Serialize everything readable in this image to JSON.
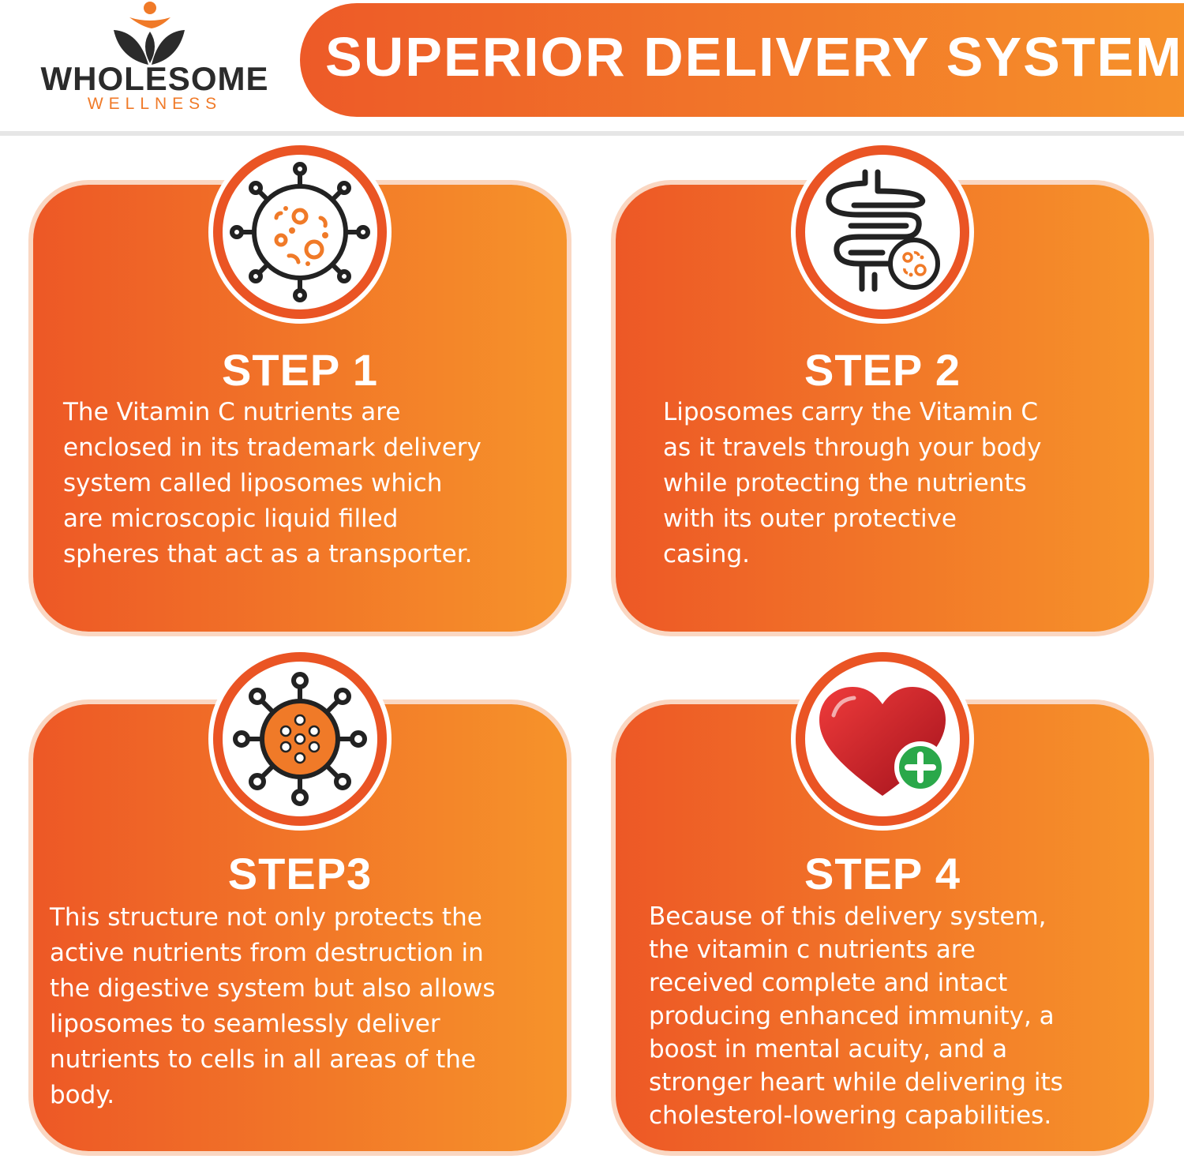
{
  "brand": {
    "name": "WHOLESOME",
    "tagline": "WELLNESS",
    "icon": "leaf-person-logo-icon"
  },
  "banner": {
    "title": "SUPERIOR DELIVERY SYSTEM"
  },
  "colors": {
    "accent_start": "#ed5826",
    "accent_end": "#f6932a",
    "text_dark": "#2b2b2b",
    "heart_red": "#d81e2c",
    "plus_green": "#2aa84a"
  },
  "steps": [
    {
      "title": "STEP 1",
      "text": "The Vitamin C nutrients are\nenclosed in its trademark delivery\nsystem called liposomes which\nare microscopic liquid filled\nspheres that act as a transporter.",
      "icon": "microbe-cell-icon"
    },
    {
      "title": "STEP 2",
      "text": "Liposomes carry the Vitamin C\nas it travels through your body\nwhile protecting the nutrients\nwith its outer protective\ncasing.",
      "icon": "intestine-icon"
    },
    {
      "title": "STEP3",
      "text": "This structure not only protects the\nactive nutrients from destruction in\nthe digestive system but also allows\nliposomes to seamlessly deliver\nnutrients to cells in all areas of the\nbody.",
      "icon": "liposome-particle-icon"
    },
    {
      "title": "STEP 4",
      "text": "Because of this delivery system,\nthe vitamin c nutrients are\nreceived complete and intact\nproducing enhanced immunity, a\nboost in mental acuity, and a\nstronger heart while delivering its\ncholesterol-lowering capabilities.",
      "icon": "heart-plus-icon"
    }
  ]
}
